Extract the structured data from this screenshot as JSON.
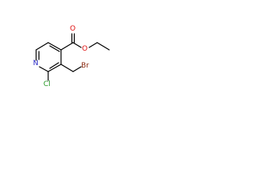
{
  "molecule": {
    "atoms": {
      "n": "N",
      "cl": "Cl",
      "br": "Br",
      "o_ester": "O",
      "o_carbonyl": "O"
    },
    "colors": {
      "bond": "#000000",
      "nitrogen": "#3030c8",
      "chlorine": "#2a9a2a",
      "bromine": "#8b2a10",
      "oxygen": "#e01010"
    }
  }
}
